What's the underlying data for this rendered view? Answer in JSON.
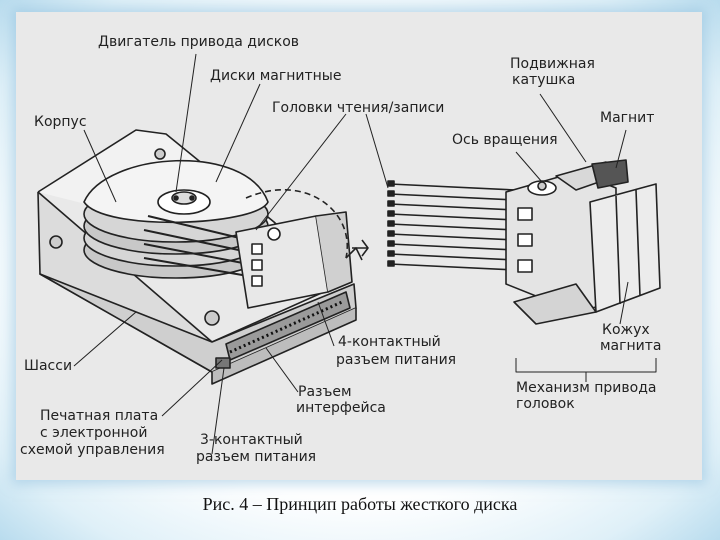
{
  "labels": {
    "motor": "Двигатель привода дисков",
    "disks": "Диски магнитные",
    "heads": "Головки чтения/записи",
    "casing": "Корпус",
    "coil_line1": "Подвижная",
    "coil_line2": "катушка",
    "magnet": "Магнит",
    "axis": "Ось вращения",
    "chassis": "Шасси",
    "power4_line1": "4-контактный",
    "power4_line2": "разъем питания",
    "interface_line1": "Разъем",
    "interface_line2": "интерфейса",
    "pcb_line1": "Печатная плата",
    "pcb_line2": "с электронной",
    "pcb_line3": "схемой управления",
    "power3_line1": "3-контактный",
    "power3_line2": "разъем питания",
    "magnet_cover_line1": "Кожух",
    "magnet_cover_line2": "магнита",
    "actuator_line1": "Механизм привода",
    "actuator_line2": "головок"
  },
  "caption": "Рис. 4  – Принцип работы жесткого диска",
  "colors": {
    "ink": "#222222",
    "paper": "#e9e9e9",
    "glow": "#b9dcee"
  }
}
